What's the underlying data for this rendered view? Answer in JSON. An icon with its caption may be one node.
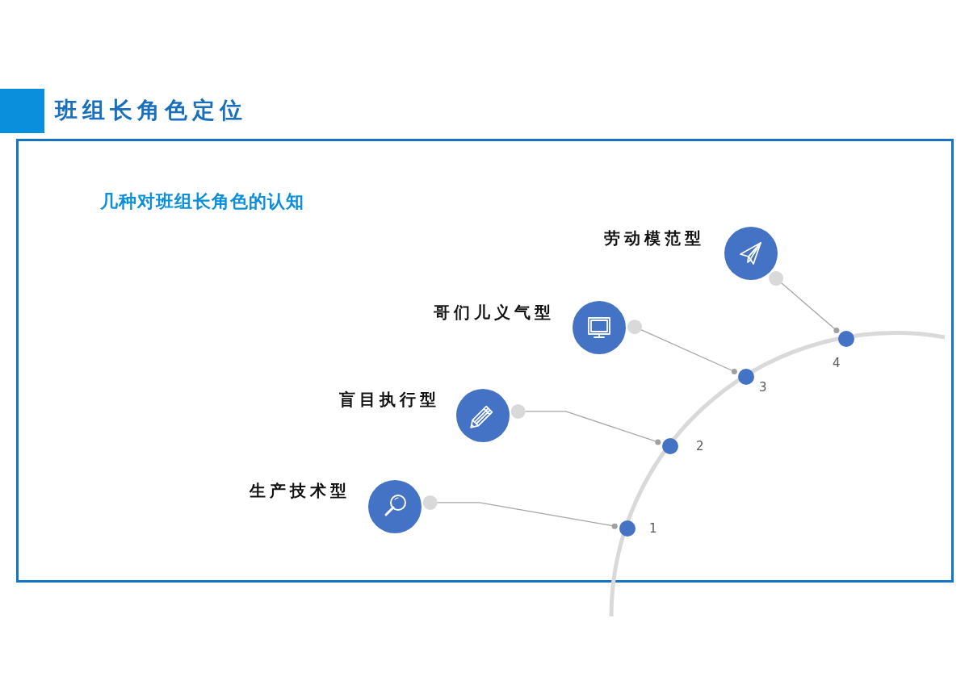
{
  "diagram": {
    "title": "班组长角色定位",
    "nodes": [
      {
        "text": [],
        "shape": "circle",
        "beside": [
          "劳动模范型"
        ]
      },
      {
        "text": [],
        "shape": "circle",
        "beside": [
          "4"
        ]
      },
      {
        "text": [],
        "shape": "circle",
        "beside": [
          "哥们儿义气型"
        ]
      },
      {
        "text": [],
        "shape": "circle",
        "beside": [
          "3"
        ]
      },
      {
        "text": [],
        "shape": "circle",
        "beside": [
          "盲目执行型"
        ]
      },
      {
        "text": [],
        "shape": "circle",
        "beside": [
          "2"
        ]
      },
      {
        "text": [],
        "shape": "circle",
        "beside": [
          "生产技术型"
        ]
      },
      {
        "text": [],
        "shape": "circle",
        "beside": [
          "1"
        ]
      }
    ],
    "edges": [
      {
        "from": 0,
        "to": 1,
        "arrow": "other"
      },
      {
        "from": 2,
        "to": 3,
        "arrow": "other"
      },
      {
        "from": 4,
        "to": 5,
        "arrow": "other"
      },
      {
        "from": 6,
        "to": 7,
        "arrow": "other"
      }
    ],
    "labels": [
      "几种对班组长角色的认知"
    ]
  }
}
